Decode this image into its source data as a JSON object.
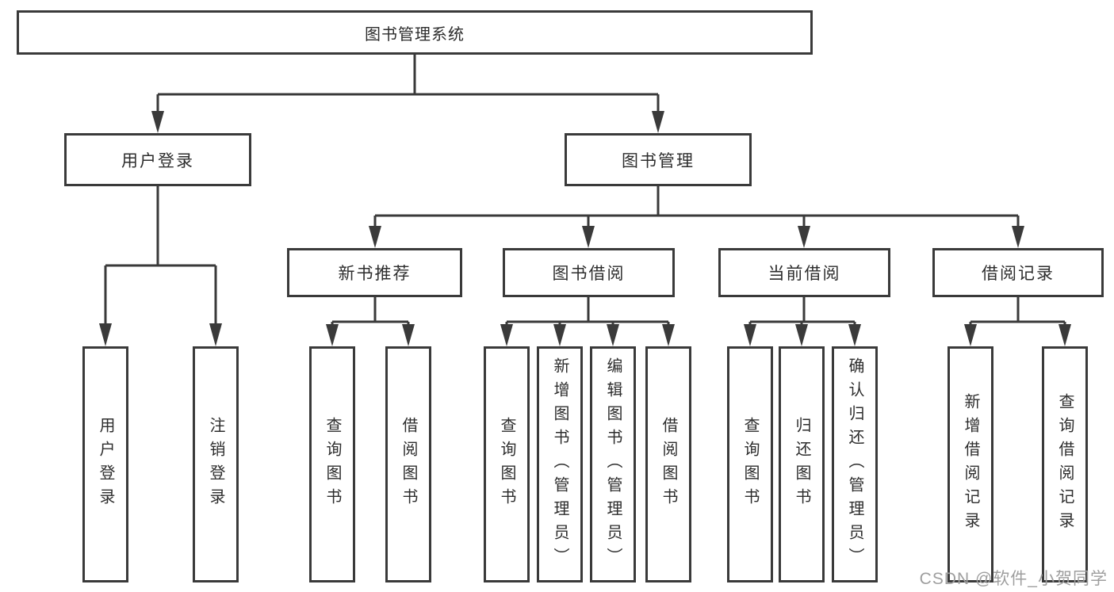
{
  "diagram_title": "图书管理系统",
  "tree": {
    "label": "图书管理系统",
    "children": [
      {
        "label": "用户登录",
        "children": [
          {
            "label": "用户登录"
          },
          {
            "label": "注销登录"
          }
        ]
      },
      {
        "label": "图书管理",
        "children": [
          {
            "label": "新书推荐",
            "children": [
              {
                "label": "查询图书"
              },
              {
                "label": "借阅图书"
              }
            ]
          },
          {
            "label": "图书借阅",
            "children": [
              {
                "label": "查询图书"
              },
              {
                "label": "新增图书（管理员）"
              },
              {
                "label": "编辑图书（管理员）"
              },
              {
                "label": "借阅图书"
              }
            ]
          },
          {
            "label": "当前借阅",
            "children": [
              {
                "label": "查询图书"
              },
              {
                "label": "归还图书"
              },
              {
                "label": "确认归还（管理员）"
              }
            ]
          },
          {
            "label": "借阅记录",
            "children": [
              {
                "label": "新增借阅记录"
              },
              {
                "label": "查询借阅记录"
              }
            ]
          }
        ]
      }
    ]
  },
  "watermark": {
    "text": "CSDN @软件_小贺同学"
  },
  "colors": {
    "line": "#3a3a3a",
    "text": "#2d2d2d",
    "watermark": "#9e9e9e",
    "box_bg": "#ffffff",
    "bg": "#ffffff"
  }
}
